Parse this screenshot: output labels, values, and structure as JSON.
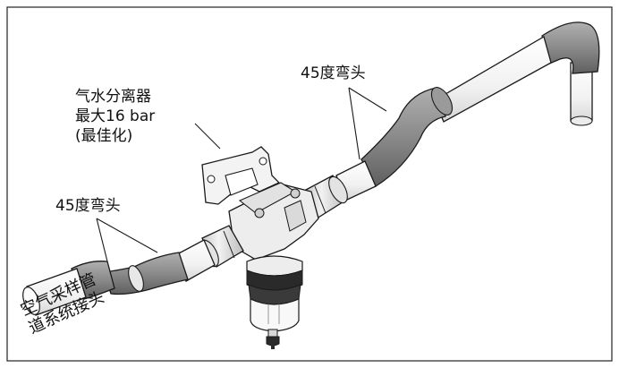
{
  "labels": {
    "elbow_right": "45度弯头",
    "separator": [
      "气水分离器",
      "最大16 bar",
      "(最佳化)"
    ],
    "elbow_left": "45度弯头",
    "connector": [
      "空气采样管",
      "道系统接头"
    ]
  },
  "colors": {
    "pipe": "#f4f4f4",
    "elbow": "#8c8c8c",
    "elbow_dark": "#6e6e6e",
    "outline": "#1a1a1a",
    "bowl_black": "#2a2a2a",
    "bowl_clear": "#f7f7f7"
  }
}
